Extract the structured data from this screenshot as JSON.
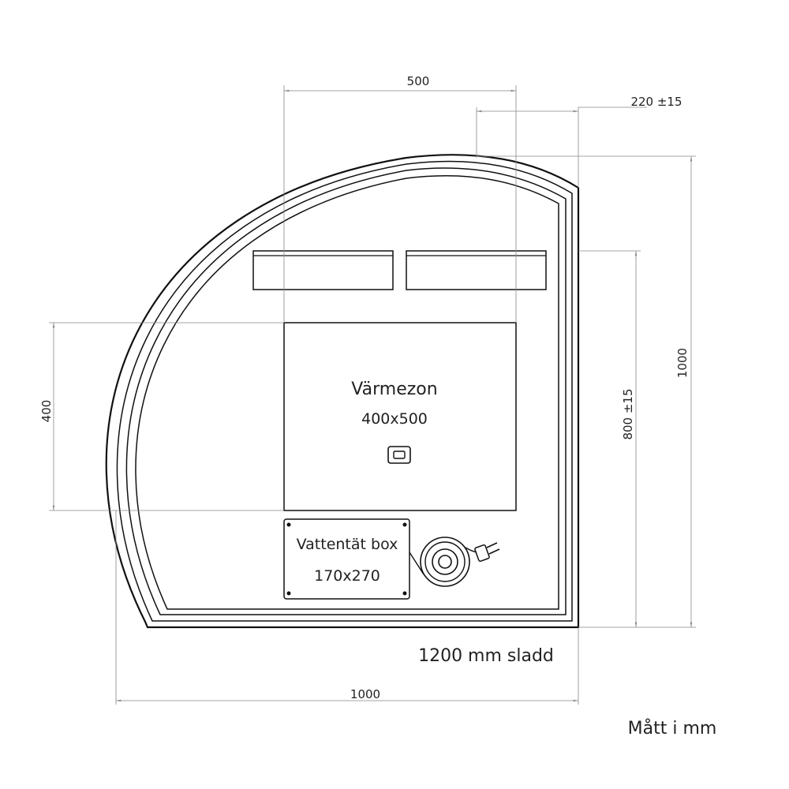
{
  "dimensions": {
    "top_width": "500",
    "top_offset": "220 ±15",
    "left_height": "400",
    "right_height": "800 ±15",
    "total_height": "1000",
    "bottom_width": "1000"
  },
  "heat_zone": {
    "title": "Värmezon",
    "size": "400x500"
  },
  "waterproof_box": {
    "title": "Vattentät box",
    "size": "170x270"
  },
  "cable_note": "1200 mm sladd",
  "units_note": "Mått i mm",
  "icons": [
    "switch-icon",
    "cable-coil-icon",
    "plug-icon"
  ]
}
